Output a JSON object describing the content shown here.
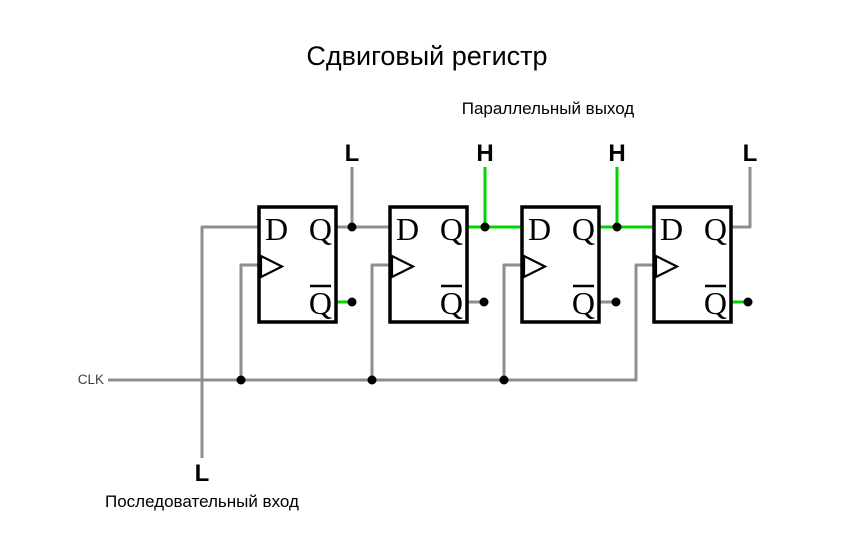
{
  "title": "Сдвиговый регистр",
  "diagram": {
    "parallel_output_label": "Параллельный выход",
    "serial_input_label": "Последовательный вход",
    "clk_label": "CLK",
    "serial_input_value": "L",
    "outputs": [
      "L",
      "H",
      "H",
      "L"
    ],
    "port_labels": {
      "d": "D",
      "q": "Q",
      "qbar": "Q"
    },
    "states": {
      "q": [
        "L",
        "H",
        "H",
        "L"
      ],
      "qbar": [
        "H",
        "L",
        "L",
        "H"
      ]
    },
    "colors": {
      "high": "#00d500",
      "low": "#8e8e8e",
      "node": "#000000",
      "outline": "#000000"
    }
  }
}
